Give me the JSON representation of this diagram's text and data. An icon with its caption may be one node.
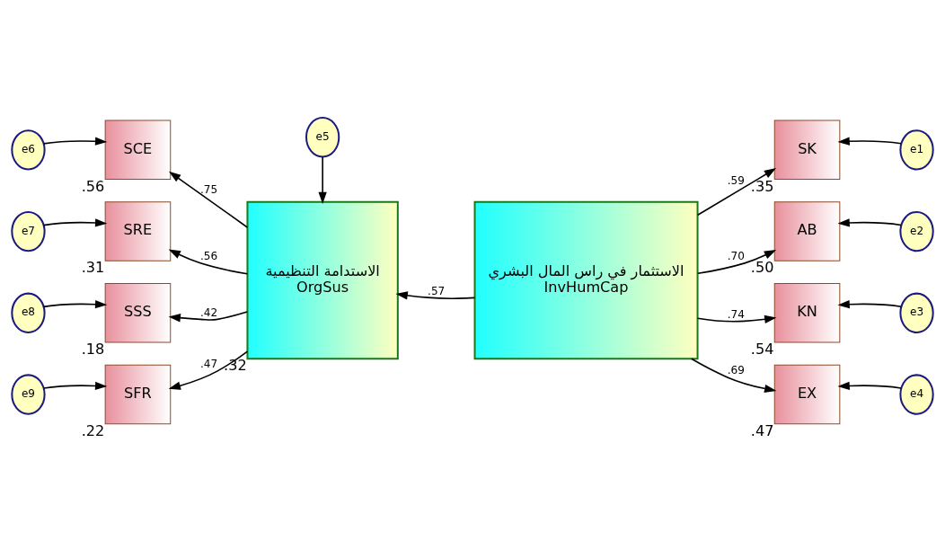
{
  "diagram": {
    "nodes": [
      {
        "text": [
          "e5"
        ]
      },
      {
        "text": [
          "e6"
        ]
      },
      {
        "text": [
          "SCE"
        ],
        "beside": [
          ".56"
        ]
      },
      {
        "text": [
          "e7"
        ]
      },
      {
        "text": [
          "SRE"
        ],
        "beside": [
          ".31"
        ]
      },
      {
        "text": [
          "e8"
        ]
      },
      {
        "text": [
          "SSS"
        ],
        "beside": [
          ".18"
        ]
      },
      {
        "text": [
          "e9"
        ]
      },
      {
        "text": [
          "SFR"
        ],
        "beside": [
          ".22"
        ]
      },
      {
        "text": [
          "الاستدامة التنظيمية",
          "OrgSus"
        ],
        "beside": [
          ".32"
        ]
      },
      {
        "text": [
          "الاستثمار في راس المال البشري",
          "InvHumCap"
        ]
      },
      {
        "text": [
          "SK"
        ],
        "beside": [
          ".35"
        ]
      },
      {
        "text": [
          "e1"
        ]
      },
      {
        "text": [
          "AB"
        ],
        "beside": [
          ".50"
        ]
      },
      {
        "text": [
          "e2"
        ]
      },
      {
        "text": [
          "KN"
        ],
        "beside": [
          ".54"
        ]
      },
      {
        "text": [
          "e3"
        ]
      },
      {
        "text": [
          "EX"
        ],
        "beside": [
          ".47"
        ]
      },
      {
        "text": [
          "e4"
        ]
      }
    ],
    "edges": [
      {
        "from": 0,
        "to": 9,
        "arrow": "to"
      },
      {
        "from": 1,
        "to": 2,
        "arrow": "to"
      },
      {
        "from": 3,
        "to": 4,
        "arrow": "to"
      },
      {
        "from": 5,
        "to": 6,
        "arrow": "to"
      },
      {
        "from": 7,
        "to": 8,
        "arrow": "to"
      },
      {
        "from": 9,
        "to": 2,
        "arrow": "to",
        "label": ".75"
      },
      {
        "from": 9,
        "to": 4,
        "arrow": "to",
        "label": ".56"
      },
      {
        "from": 9,
        "to": 6,
        "arrow": "to",
        "label": ".42"
      },
      {
        "from": 9,
        "to": 8,
        "arrow": "to",
        "label": ".47"
      },
      {
        "from": 10,
        "to": 9,
        "arrow": "to",
        "label": ".57"
      },
      {
        "from": 10,
        "to": 11,
        "arrow": "to",
        "label": ".59"
      },
      {
        "from": 10,
        "to": 13,
        "arrow": "to",
        "label": ".70"
      },
      {
        "from": 10,
        "to": 15,
        "arrow": "to",
        "label": ".74"
      },
      {
        "from": 10,
        "to": 17,
        "arrow": "to",
        "label": ".69"
      },
      {
        "from": 12,
        "to": 11,
        "arrow": "to"
      },
      {
        "from": 14,
        "to": 13,
        "arrow": "to"
      },
      {
        "from": 16,
        "to": 15,
        "arrow": "to"
      },
      {
        "from": 18,
        "to": 17,
        "arrow": "to"
      }
    ]
  }
}
